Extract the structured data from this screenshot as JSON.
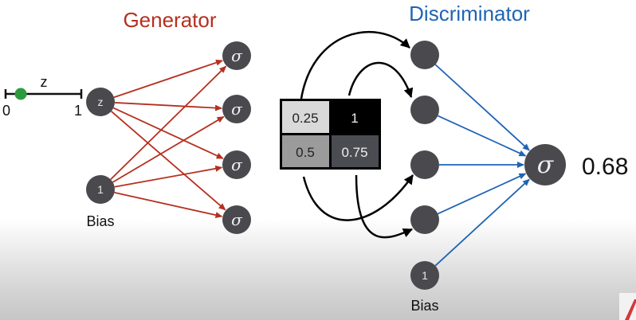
{
  "generator": {
    "title": "Generator",
    "color": "#b5301f",
    "slider": {
      "label": "z",
      "min_label": "0",
      "max_label": "1",
      "value": 0.2,
      "handle_color": "#2e9a3e"
    },
    "input_nodes": [
      {
        "id": "z",
        "label": "z"
      },
      {
        "id": "bias",
        "label": "1",
        "caption": "Bias"
      }
    ],
    "output_nodes": [
      {
        "label": "σ"
      },
      {
        "label": "σ"
      },
      {
        "label": "σ"
      },
      {
        "label": "σ"
      }
    ]
  },
  "image_grid": {
    "cells": [
      {
        "value": "0.25",
        "fill": "#d9d9d9",
        "text_color": "#222222"
      },
      {
        "value": "1",
        "fill": "#000000",
        "text_color": "#eeeeee"
      },
      {
        "value": "0.5",
        "fill": "#9b9b9b",
        "text_color": "#222222"
      },
      {
        "value": "0.75",
        "fill": "#4a4c52",
        "text_color": "#eeeeee"
      }
    ]
  },
  "discriminator": {
    "title": "Discriminator",
    "color": "#1f64b4",
    "input_nodes": [
      {
        "label": ""
      },
      {
        "label": ""
      },
      {
        "label": ""
      },
      {
        "label": ""
      },
      {
        "label": "1",
        "caption": "Bias"
      }
    ],
    "output_node": {
      "label": "σ"
    },
    "output_value": "0.68"
  },
  "node_color": "#4a4a4e"
}
